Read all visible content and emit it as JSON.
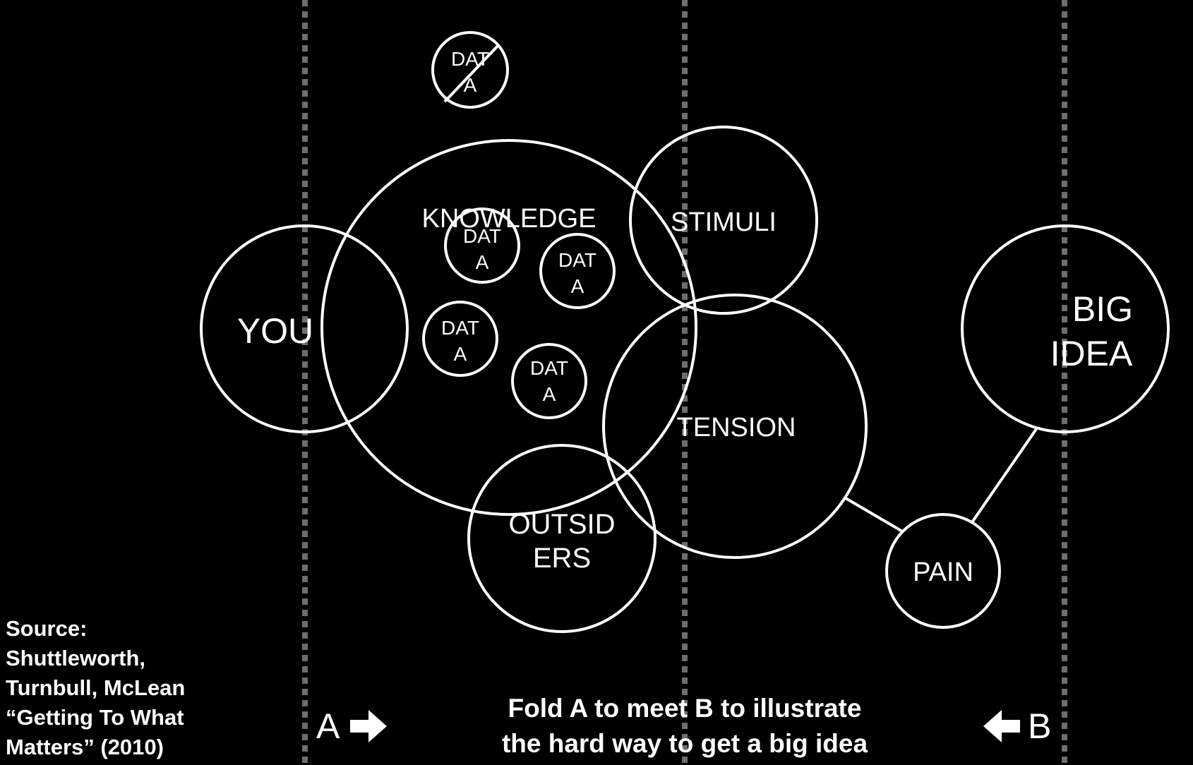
{
  "nodes": {
    "you": "YOU",
    "knowledge": "KNOWLEDGE",
    "stimuli": "STIMULI",
    "tension": "TENSION",
    "outsiders_line1": "OUTSID",
    "outsiders_line2": "ERS",
    "pain": "PAIN",
    "big_idea_line1": "BIG",
    "big_idea_line2": "IDEA",
    "data_line1": "DAT",
    "data_line2": "A"
  },
  "markers": {
    "a_label": "A",
    "b_label": "B",
    "a_arrow_icon": "arrow-right-icon",
    "b_arrow_icon": "arrow-left-icon"
  },
  "caption": {
    "line1": "Fold A to meet B to illustrate",
    "line2": "the hard way to get a big idea"
  },
  "source": {
    "line1": "Source:",
    "line2": "Shuttleworth,",
    "line3": "Turnbull, McLean",
    "line4": "“Getting To What",
    "line5": "Matters” (2010)"
  },
  "colors": {
    "background": "#000000",
    "foreground": "#ffffff",
    "fold_guides": "#6e6e6e"
  }
}
